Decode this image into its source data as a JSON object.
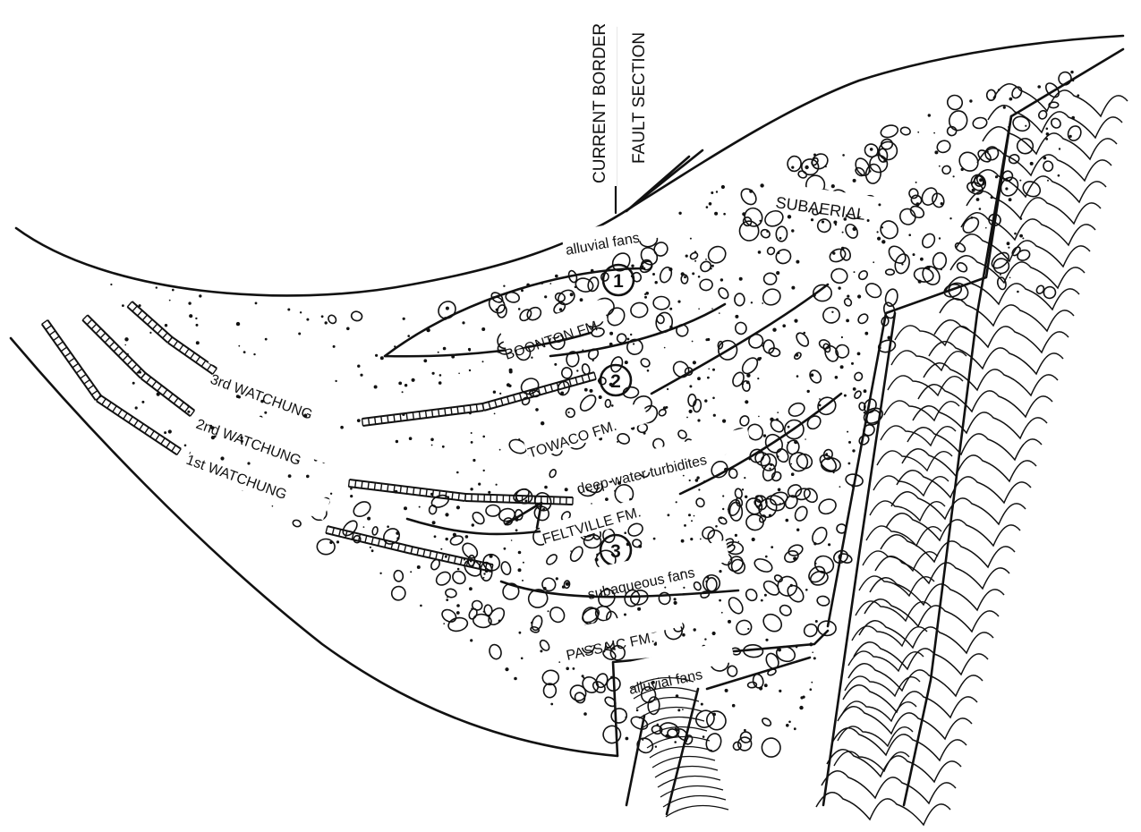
{
  "labels": {
    "current_border": "CURRENT BORDER",
    "fault_section": "FAULT SECTION",
    "subaerial": "SUBAERIAL",
    "alluvial_fans_top": "alluvial fans",
    "boonton": "BOONTON FM.",
    "towaco": "TOWACO FM.",
    "deep_water": "deep water turbidites",
    "feltville": "FELTVILLE FM.",
    "subaqueous": "subaqueous fans",
    "passaic": "PASSAIC FM.",
    "alluvial_fans_bottom": "alluvial fans",
    "watchung_3": "3rd WATCHUNG",
    "watchung_2": "2nd WATCHUNG",
    "watchung_1": "1st WATCHUNG",
    "marker_1": "1",
    "marker_2": "2",
    "marker_3": "3"
  },
  "colors": {
    "ink": "#111111",
    "paper": "#ffffff"
  }
}
